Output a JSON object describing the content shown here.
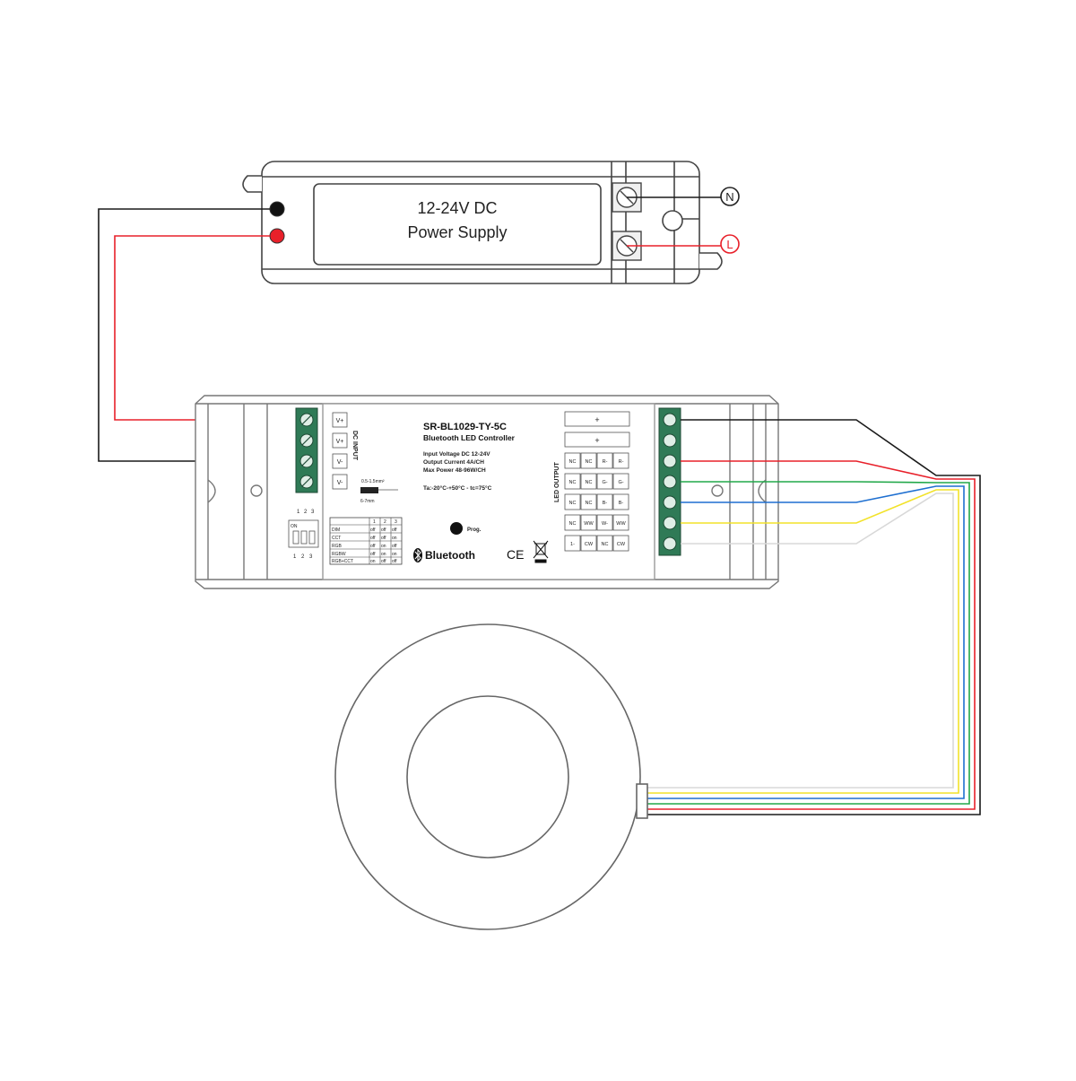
{
  "power_supply": {
    "title_line1": "12-24V DC",
    "title_line2": "Power Supply",
    "terminal_n": "N",
    "terminal_l": "L"
  },
  "controller": {
    "model": "SR-BL1029-TY-5C",
    "name": "Bluetooth LED Controller",
    "spec_voltage": "Input Voltage DC 12-24V",
    "spec_current": "Output Current 4A/CH",
    "spec_power": "Max Power 48-96W/CH",
    "temps": "Ta:-20°C-+50°C    - tc=75°C",
    "dc_input_label": "DC INPUT",
    "led_output_label": "LED OUTPUT",
    "input_pins": [
      "V+",
      "V+",
      "V-",
      "V-"
    ],
    "wire_size_top": "0.5-1.5mm²",
    "wire_size_bottom": "6-7mm",
    "prog_label": "Prog.",
    "bluetooth_label": "Bluetooth",
    "ce_label": "CE",
    "dip_on": "ON",
    "dip_numbers": [
      "1",
      "2",
      "3"
    ],
    "mode_table": {
      "headers": [
        "1",
        "2",
        "3"
      ],
      "rows": [
        {
          "mode": "DIM",
          "states": [
            "off",
            "off",
            "off"
          ]
        },
        {
          "mode": "CCT",
          "states": [
            "off",
            "off",
            "on"
          ]
        },
        {
          "mode": "RGB",
          "states": [
            "off",
            "on",
            "off"
          ]
        },
        {
          "mode": "RGBW",
          "states": [
            "off",
            "on",
            "on"
          ]
        },
        {
          "mode": "RGB+CCT",
          "states": [
            "on",
            "off",
            "off"
          ]
        }
      ]
    },
    "output_plus": [
      "+",
      "+"
    ],
    "output_grid": [
      [
        "NC",
        "NC",
        "R-",
        "R-"
      ],
      [
        "NC",
        "NC",
        "G-",
        "G-"
      ],
      [
        "NC",
        "NC",
        "B-",
        "B-"
      ],
      [
        "NC",
        "WW",
        "W-",
        "WW"
      ],
      [
        "1-",
        "CW",
        "NC",
        "CW"
      ]
    ]
  },
  "wire_colors": {
    "black": "#1a1a1a",
    "red": "#e8202a",
    "green": "#22a84a",
    "blue": "#1e6fd0",
    "yellow": "#f2e22a",
    "white": "#d8d8d8",
    "terminal_green": "#2f7a56"
  }
}
